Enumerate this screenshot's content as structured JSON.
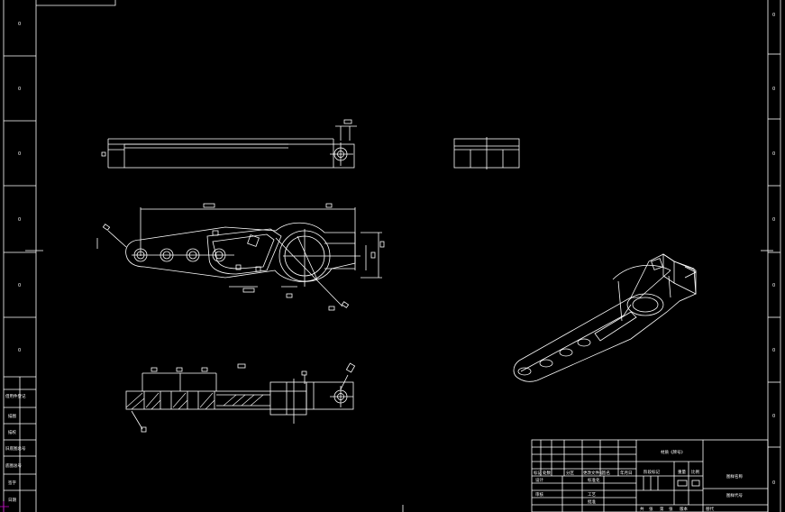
{
  "drawing": {
    "background": "#000000",
    "line_color": "#ffffff",
    "accent_color": "#c000c0",
    "left_strip_marks": [
      "0",
      "0",
      "0",
      "0",
      "0",
      "0"
    ],
    "right_strip_marks": [
      "0",
      "0",
      "0",
      "0",
      "0",
      "0",
      "0",
      "0"
    ],
    "left_strip_labels": [
      "借用件登记",
      "描图",
      "描校",
      "旧底图总号",
      "底图总号",
      "签字",
      "日期"
    ],
    "title_block": {
      "material": "材质《牌号》",
      "name_line_1": "图样名称",
      "name_line_2": "图样代号",
      "row_labels": [
        "标记",
        "处数",
        "分区",
        "更改文件号",
        "签名",
        "年月日"
      ],
      "col_labels": [
        "阶段标记",
        "重量",
        "比例"
      ],
      "role_labels": [
        "设计",
        "标准化",
        "审核",
        "工艺",
        "批准"
      ],
      "footer": [
        "共",
        "张",
        "第",
        "张",
        "版本",
        "替代"
      ]
    }
  }
}
